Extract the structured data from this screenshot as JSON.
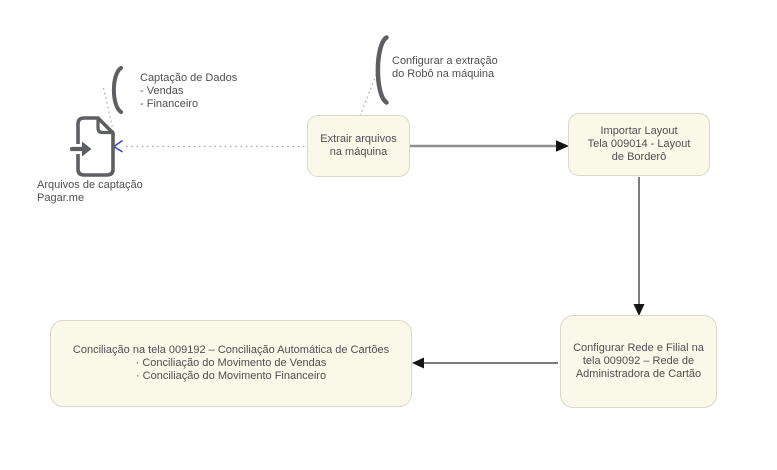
{
  "palette": {
    "background": "#ffffff",
    "node_fill": "#faf8e8",
    "node_border": "#dbd8c8",
    "text": "#4f4f4f",
    "connector_gray": "#8f8f8f",
    "connector_dark": "#3d3d3d",
    "arrowhead": "#141414",
    "dotted_line": "#a9a9a9",
    "annotation_blue": "#4444cf",
    "glyph_gray": "#5d5f62"
  },
  "file_source": {
    "icon": "file-import-icon",
    "label_lines": [
      "Arquivos de captação",
      "Pagar.me"
    ]
  },
  "annotations": {
    "captacao": {
      "icon": "brace-icon",
      "lines": [
        "Captação de Dados",
        "- Vendas",
        "- Financeiro"
      ]
    },
    "robo": {
      "icon": "brace-icon",
      "lines": [
        "Configurar a extração",
        "do Robô na máquina"
      ]
    }
  },
  "nodes": {
    "extrair": {
      "lines": [
        "Extrair arquivos",
        "na máquina"
      ]
    },
    "importar": {
      "lines": [
        "Importar Layout",
        "Tela 009014 - Layout",
        "de Borderô"
      ]
    },
    "configurar": {
      "lines": [
        "Configurar Rede e Filial na",
        "tela 009092 – Rede de",
        "Administradora de Cartão"
      ]
    },
    "conciliacao": {
      "lines": [
        "Conciliação na tela 009192 – Conciliação Automática de Cartões",
        "· Conciliação do Movimento de Vendas",
        "· Conciliação do Movimento Financeiro"
      ]
    }
  }
}
